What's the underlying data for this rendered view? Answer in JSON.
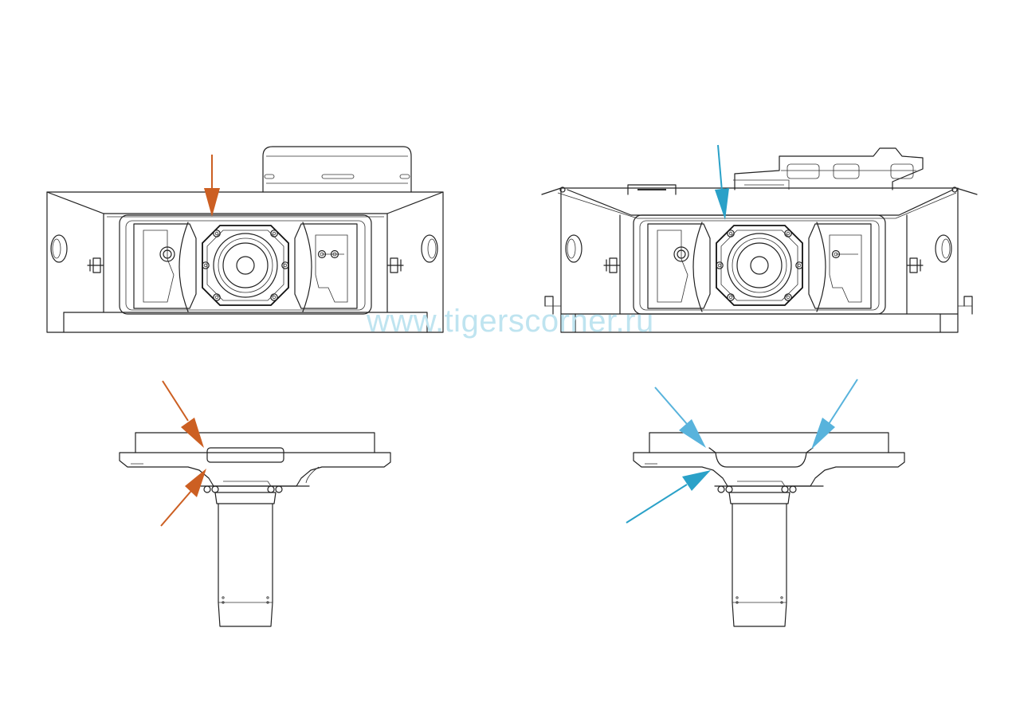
{
  "watermark": "www.tigerscorner.ru",
  "colors": {
    "line": "#222222",
    "arrow_early": "#cc5f22",
    "arrow_late": "#2aa1c8",
    "arrow_late_light": "#58b3dc",
    "watermark": "#bfe4f0"
  },
  "views": [
    {
      "id": "front-left",
      "arrow": "orange",
      "arrow_count": 1
    },
    {
      "id": "front-right",
      "arrow": "blue",
      "arrow_count": 1
    },
    {
      "id": "side-left",
      "arrow": "orange",
      "arrow_count": 2
    },
    {
      "id": "side-right",
      "arrow": "blue",
      "arrow_count": 3
    }
  ]
}
